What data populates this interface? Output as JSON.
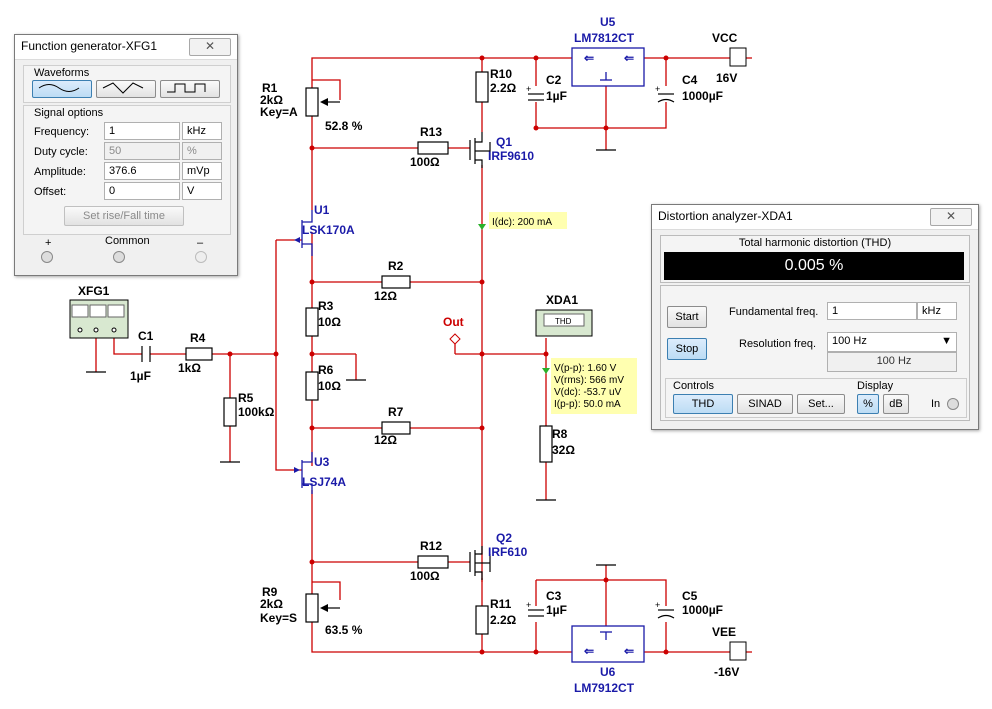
{
  "components": {
    "xfg1": "XFG1",
    "c1": {
      "name": "C1",
      "value": "1µF"
    },
    "r4": {
      "name": "R4",
      "value": "1kΩ"
    },
    "r5": {
      "name": "R5",
      "value": "100kΩ"
    },
    "r1": {
      "name": "R1",
      "value": "2kΩ",
      "key": "Key=A",
      "percent": "52.8 %"
    },
    "r9": {
      "name": "R9",
      "value": "2kΩ",
      "key": "Key=S",
      "percent": "63.5 %"
    },
    "r10": {
      "name": "R10",
      "value": "2.2Ω"
    },
    "r11": {
      "name": "R11",
      "value": "2.2Ω"
    },
    "r13": {
      "name": "R13",
      "value": "100Ω"
    },
    "r12": {
      "name": "R12",
      "value": "100Ω"
    },
    "r2": {
      "name": "R2",
      "value": "12Ω"
    },
    "r7": {
      "name": "R7",
      "value": "12Ω"
    },
    "r3": {
      "name": "R3",
      "value": "10Ω"
    },
    "r6": {
      "name": "R6",
      "value": "10Ω"
    },
    "r8": {
      "name": "R8",
      "value": "32Ω"
    },
    "c2": {
      "name": "C2",
      "value": "1µF"
    },
    "c3": {
      "name": "C3",
      "value": "1µF"
    },
    "c4": {
      "name": "C4",
      "value": "1000µF"
    },
    "c5": {
      "name": "C5",
      "value": "1000µF"
    },
    "u1": {
      "name": "U1",
      "part": "LSK170A"
    },
    "u3": {
      "name": "U3",
      "part": "LSJ74A"
    },
    "q1": {
      "name": "Q1",
      "part": "IRF9610"
    },
    "q2": {
      "name": "Q2",
      "part": "IRF610"
    },
    "u5": {
      "name": "U5",
      "part": "LM7812CT"
    },
    "u6": {
      "name": "U6",
      "part": "LM7912CT"
    },
    "vcc": {
      "name": "VCC",
      "value": "16V"
    },
    "vee": {
      "name": "VEE",
      "value": "-16V"
    },
    "xda1": "XDA1",
    "xda1_screen": "THD",
    "out_label": "Out"
  },
  "probes": {
    "dc": "I(dc): 200 mA",
    "out": [
      "V(p-p): 1.60 V",
      "V(rms): 566 mV",
      "V(dc): -53.7 uV",
      "I(p-p): 50.0 mA"
    ]
  },
  "function_generator": {
    "title": "Function generator-XFG1",
    "close": "✕",
    "waveforms_label": "Waveforms",
    "signal_options_label": "Signal options",
    "rows": [
      {
        "label": "Frequency:",
        "value": "1",
        "unit": "kHz"
      },
      {
        "label": "Duty cycle:",
        "value": "50",
        "unit": "%"
      },
      {
        "label": "Amplitude:",
        "value": "376.6",
        "unit": "mVp"
      },
      {
        "label": "Offset:",
        "value": "0",
        "unit": "V"
      }
    ],
    "rise_fall_button": "Set rise/Fall time",
    "plus": "+",
    "common": "Common",
    "minus": "–"
  },
  "distortion_analyzer": {
    "title": "Distortion analyzer-XDA1",
    "close": "✕",
    "thd_label": "Total harmonic distortion (THD)",
    "reading": "0.005 %",
    "start": "Start",
    "stop": "Stop",
    "fund_label": "Fundamental freq.",
    "fund_value": "1",
    "fund_unit": "kHz",
    "res_label": "Resolution freq.",
    "res_value": "100 Hz",
    "res_display": "100 Hz",
    "controls_label": "Controls",
    "thd_btn": "THD",
    "sinad_btn": "SINAD",
    "set_btn": "Set...",
    "display_label": "Display",
    "pct_btn": "%",
    "db_btn": "dB",
    "in_label": "In"
  },
  "colors": {
    "wire": "#cc0000",
    "part_label": "#1a1aa8",
    "probe_bg": "#ffffb0",
    "display_bg": "#000000"
  }
}
